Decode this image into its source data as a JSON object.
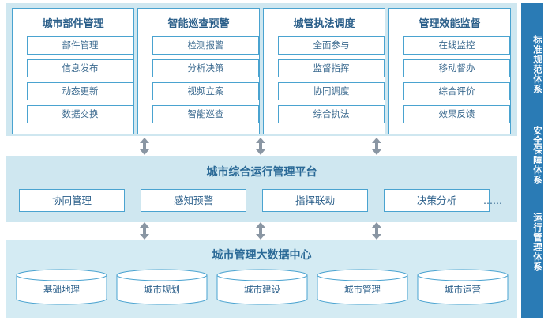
{
  "modules": [
    {
      "title": "城市部件管理",
      "items": [
        "部件管理",
        "信息发布",
        "动态更新",
        "数据交换"
      ]
    },
    {
      "title": "智能巡查预警",
      "items": [
        "检测报警",
        "分析决策",
        "视频立案",
        "智能巡查"
      ]
    },
    {
      "title": "城管执法调度",
      "items": [
        "全面参与",
        "监督指挥",
        "协同调度",
        "综合执法"
      ]
    },
    {
      "title": "管理效能监督",
      "items": [
        "在线监控",
        "移动督办",
        "综合评价",
        "效果反馈"
      ]
    }
  ],
  "platform": {
    "title": "城市综合运行管理平台",
    "items": [
      "协同管理",
      "感知预警",
      "指挥联动",
      "决策分析"
    ],
    "more": "……"
  },
  "data_center": {
    "title": "城市管理大数据中心",
    "items": [
      "基础地理",
      "城市规划",
      "城市建设",
      "城市管理",
      "城市运营"
    ]
  },
  "side_bar": {
    "labels": [
      "标准规范体系",
      "安全保障体系",
      "运行管理体系"
    ]
  },
  "colors": {
    "band": "#cfe7f0",
    "border": "#4aa3d0",
    "side_bar": "#2a7bb5",
    "arrow": "#8a96a3"
  }
}
